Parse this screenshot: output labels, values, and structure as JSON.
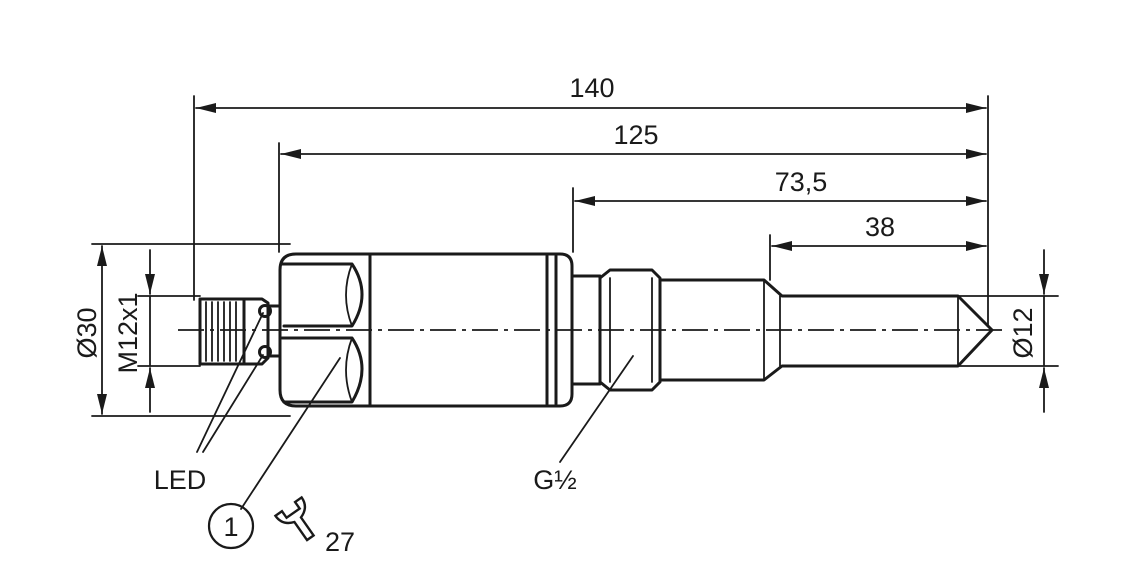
{
  "dimensions": {
    "overall_length": "140",
    "body_length": "125",
    "thread_to_tip": "73,5",
    "tip_length": "38",
    "body_diameter": "Ø30",
    "connector_thread": "M12x1",
    "tip_diameter": "Ø12"
  },
  "labels": {
    "led": "LED",
    "process_thread": "G½",
    "callout_number": "1",
    "wrench_size": "27"
  },
  "icons": [
    "wrench-icon",
    "callout-circle"
  ],
  "colors": {
    "line": "#1a1a1a",
    "background": "#ffffff"
  }
}
